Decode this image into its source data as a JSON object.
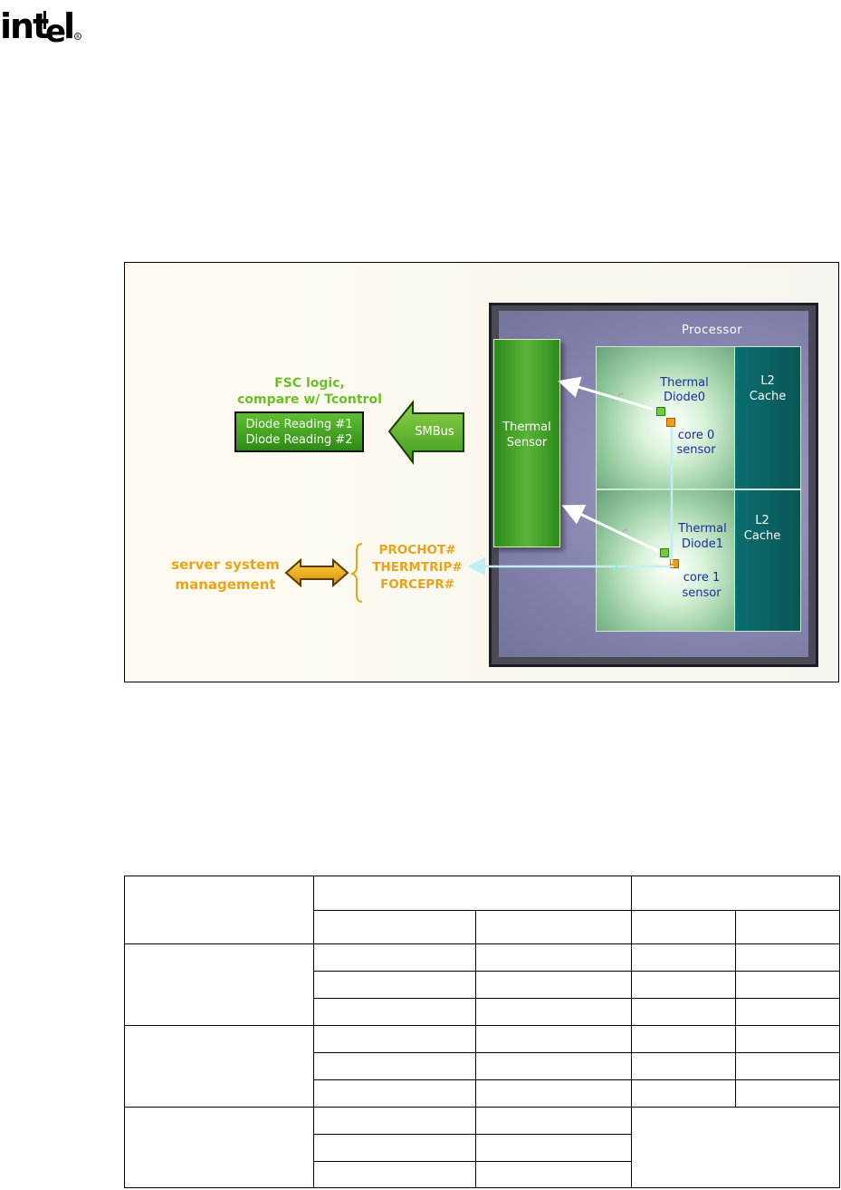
{
  "figure": {
    "processor_label": "Processor",
    "thermal_sensor_label": [
      "Thermal",
      "Sensor"
    ],
    "core0": {
      "diode": [
        "Thermal",
        "Diode0"
      ],
      "sensor": [
        "core 0",
        "sensor"
      ],
      "l2": [
        "L2",
        "Cache"
      ]
    },
    "core1": {
      "diode": [
        "Thermal",
        "Diode1"
      ],
      "sensor": [
        "core 1",
        "sensor"
      ],
      "l2": [
        "L2",
        "Cache"
      ]
    },
    "fsc_title": [
      "FSC logic,",
      "compare w/ Tcontrol"
    ],
    "diode_readings": [
      "Diode Reading #1",
      "Diode Reading #2"
    ],
    "smbus_label": "SMBus",
    "server_mgmt": [
      "server system",
      "management"
    ],
    "signals": [
      "PROCHOT#",
      "THERMTRIP#",
      "FORCEPR#"
    ],
    "colors": {
      "processor": "#4a4a55",
      "sensor_green": "#3f9e22",
      "l2_teal": "#0b6262",
      "signal_orange": "#e9a41c",
      "wire_cyan": "#bfeff5"
    }
  },
  "logo": {
    "text": "intel",
    "mark": "®"
  }
}
